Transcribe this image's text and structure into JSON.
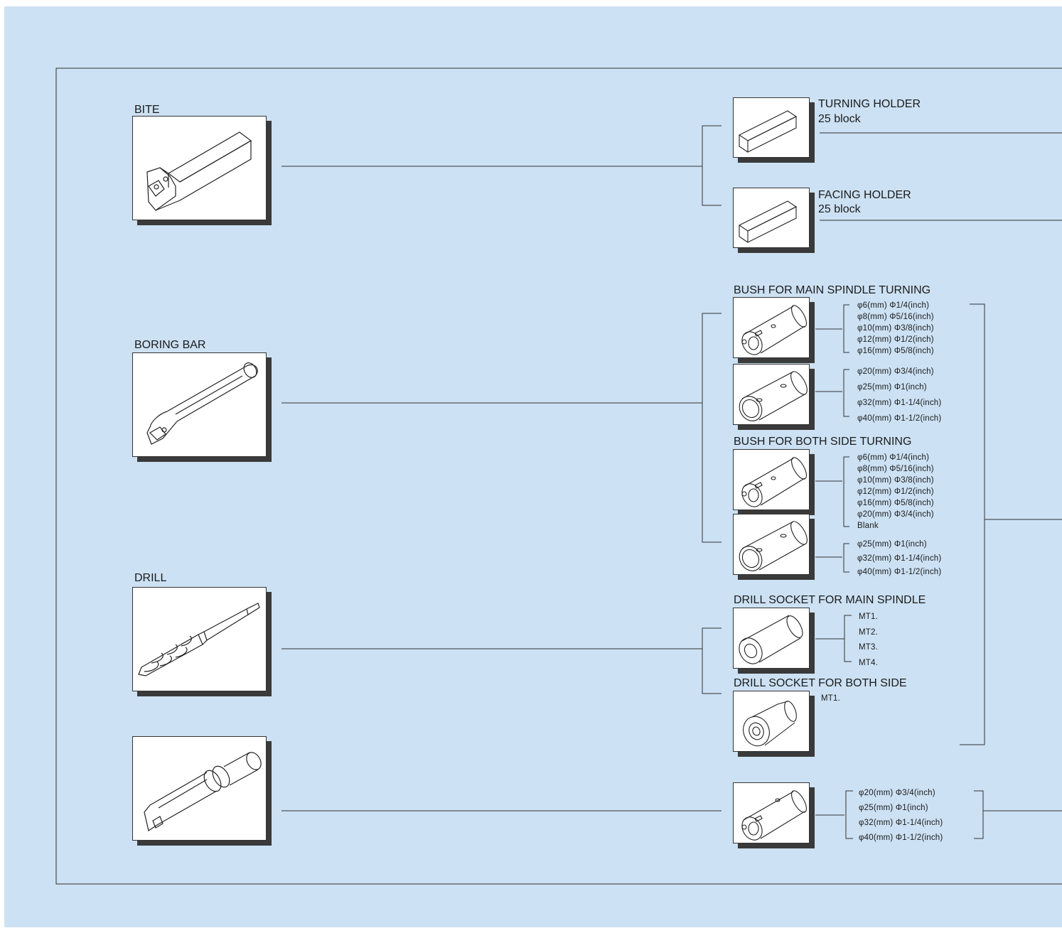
{
  "tools": {
    "bite": "BITE",
    "boring_bar": "BORING BAR",
    "drill": "DRILL"
  },
  "holders": {
    "turning": {
      "title": "TURNING HOLDER",
      "sub": "25 block"
    },
    "facing": {
      "title": "FACING HOLDER",
      "sub": "25 block"
    }
  },
  "bush_main": {
    "title": "BUSH FOR MAIN SPINDLE TURNING",
    "specs_small": [
      "φ6(mm)  Φ1/4(inch)",
      "φ8(mm)  Φ5/16(inch)",
      "φ10(mm) Φ3/8(inch)",
      "φ12(mm) Φ1/2(inch)",
      "φ16(mm) Φ5/8(inch)"
    ],
    "specs_large": [
      "φ20(mm) Φ3/4(inch)",
      "φ25(mm) Φ1(inch)",
      "φ32(mm) Φ1-1/4(inch)",
      "φ40(mm) Φ1-1/2(inch)"
    ]
  },
  "bush_both": {
    "title": "BUSH FOR BOTH SIDE TURNING",
    "specs_small": [
      "φ6(mm)  Φ1/4(inch)",
      "φ8(mm)  Φ5/16(inch)",
      "φ10(mm) Φ3/8(inch)",
      "φ12(mm) Φ1/2(inch)",
      "φ16(mm) Φ5/8(inch)",
      "φ20(mm) Φ3/4(inch)",
      "Blank"
    ],
    "specs_large": [
      "φ25(mm) Φ1(inch)",
      "φ32(mm) Φ1-1/4(inch)",
      "φ40(mm) Φ1-1/2(inch)"
    ]
  },
  "drill_socket_main": {
    "title": "DRILL SOCKET FOR MAIN SPINDLE",
    "specs": [
      "MT1.",
      "MT2.",
      "MT3.",
      "MT4."
    ]
  },
  "drill_socket_both": {
    "title": "DRILL SOCKET FOR BOTH SIDE",
    "specs": [
      "MT1."
    ]
  },
  "u_drill": {
    "specs": [
      "φ20(mm) Φ3/4(inch)",
      "φ25(mm) Φ1(inch)",
      "φ32(mm) Φ1-1/4(inch)",
      "φ40(mm) Φ1-1/2(inch)"
    ]
  }
}
